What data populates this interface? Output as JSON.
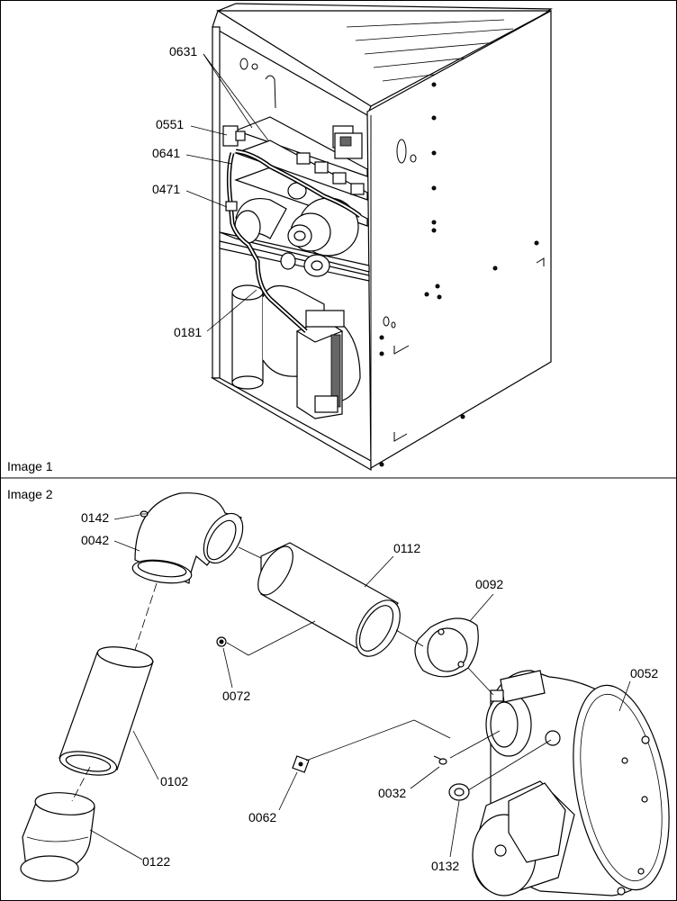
{
  "panels": [
    {
      "title": "Image 1",
      "callouts": [
        "0631",
        "0551",
        "0641",
        "0471",
        "0181"
      ]
    },
    {
      "title": "Image 2",
      "callouts": [
        "0142",
        "0042",
        "0112",
        "0092",
        "0072",
        "0052",
        "0102",
        "0032",
        "0062",
        "0132",
        "0122"
      ]
    }
  ]
}
